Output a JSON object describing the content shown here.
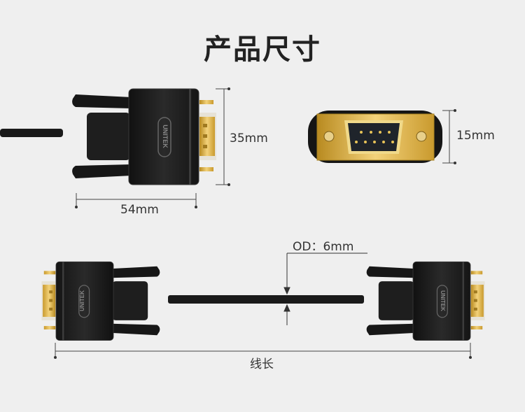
{
  "title": "产品尺寸",
  "brand": "UNITEK",
  "dimensions": {
    "height": "35mm",
    "length": "54mm",
    "face_height": "15mm",
    "outer_diameter": "OD：6mm",
    "cable_length": "线长"
  },
  "colors": {
    "background": "#efefef",
    "connector": "#1c1c1c",
    "gold": "#d9b24a",
    "line": "#444444"
  }
}
